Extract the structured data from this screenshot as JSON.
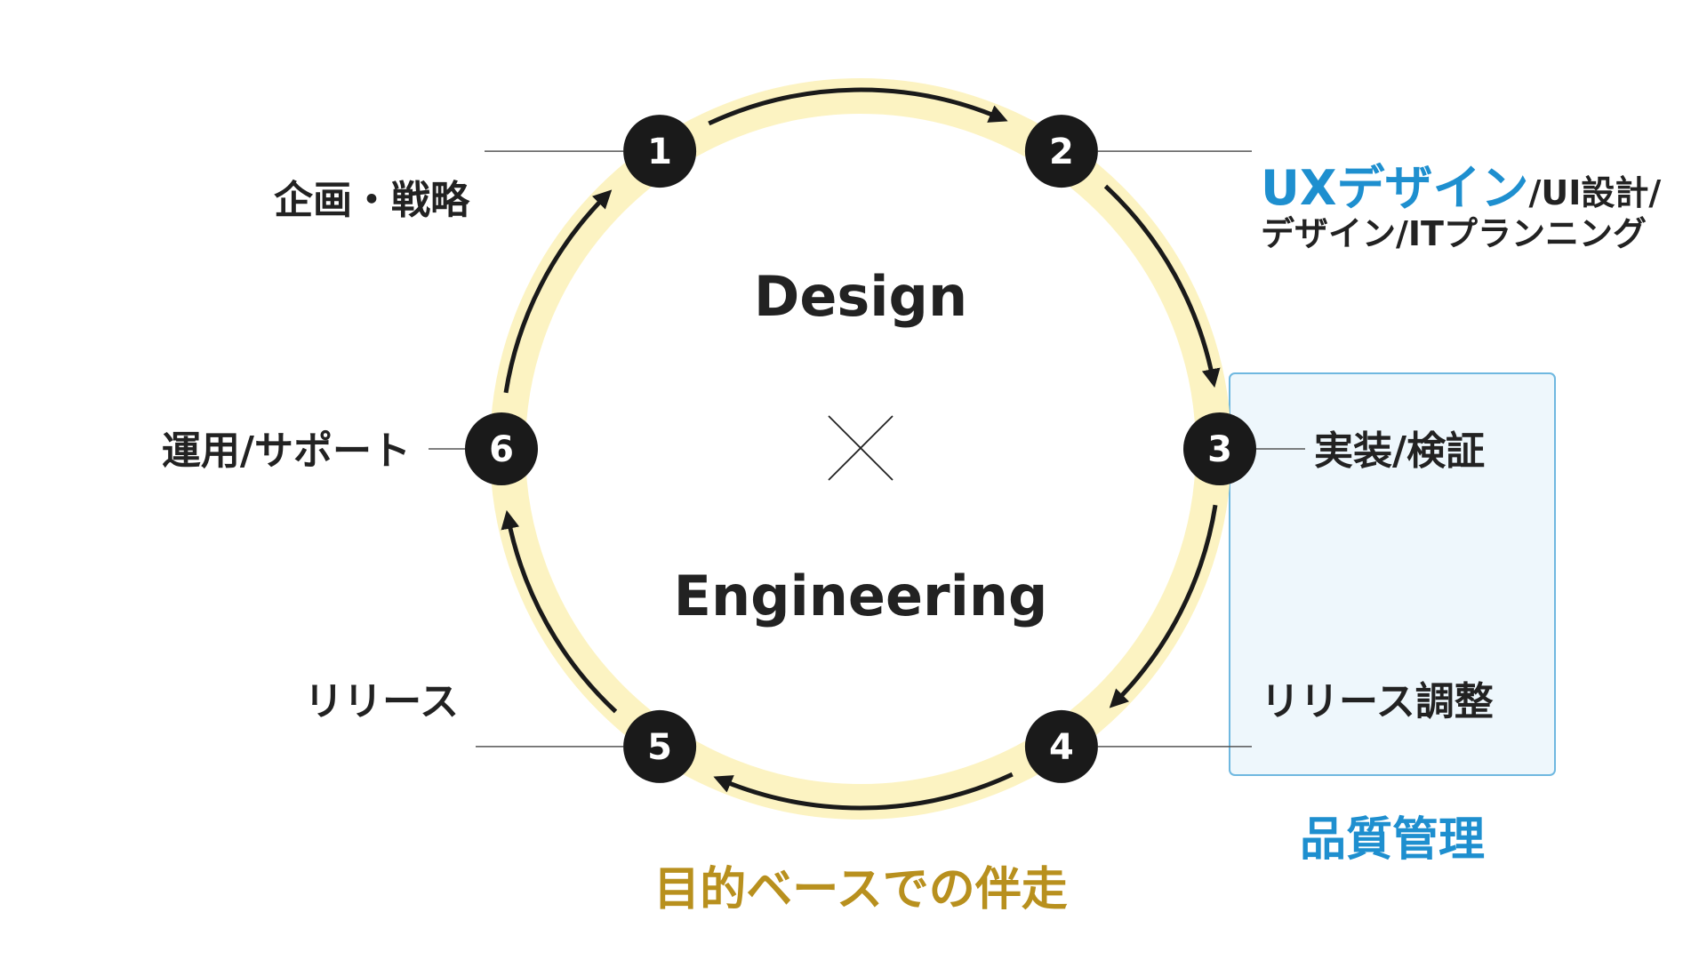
{
  "colors": {
    "ring": "#FCF3C2",
    "arrow": "#1A1A1A",
    "node_fill": "#1A1A1A",
    "node_text": "#FFFFFF",
    "label": "#222222",
    "accent_blue": "#1E8FCF",
    "accent_gold": "#B8901E",
    "qa_box_fill": "#EEF7FC",
    "qa_box_stroke": "#6FB8E0"
  },
  "center": {
    "top_word": "Design",
    "symbol": "×",
    "bottom_word": "Engineering"
  },
  "steps": [
    {
      "number": "1",
      "label": "企画・戦略"
    },
    {
      "number": "2",
      "label_highlight": "UXデザイン",
      "label_rest": "/UI設計/",
      "label_line2": "デザイン/ITプランニング"
    },
    {
      "number": "3",
      "label": "実装/検証"
    },
    {
      "number": "4",
      "label": "リリース調整"
    },
    {
      "number": "5",
      "label": "リリース"
    },
    {
      "number": "6",
      "label": "運用/サポート"
    }
  ],
  "quality_box_label": "品質管理",
  "caption": "目的ベースでの伴走"
}
